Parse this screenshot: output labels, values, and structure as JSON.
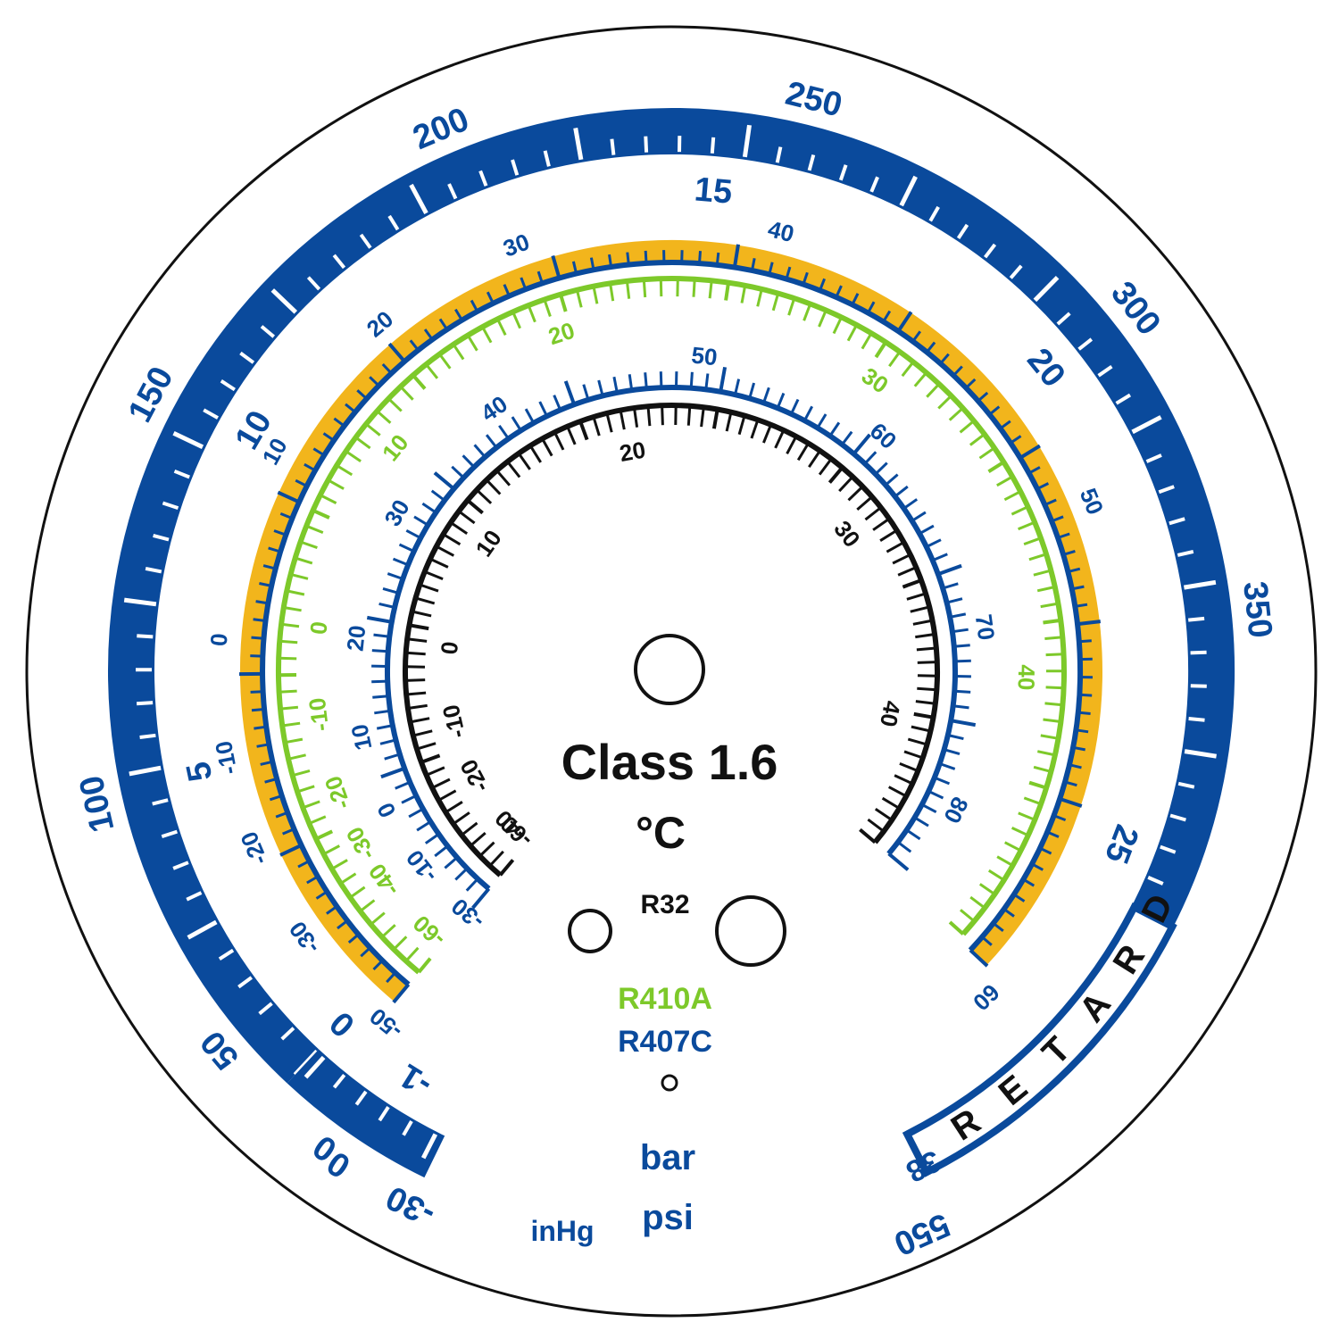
{
  "colors": {
    "blue": "#0a4a9c",
    "yellow": "#f2b51c",
    "green": "#7dc92a",
    "black": "#111111",
    "white": "#ffffff"
  },
  "center": {
    "class_label": "Class 1.6",
    "unit_label": "°C",
    "r32_label": "R32",
    "r410a_label": "R410A",
    "r407c_label": "R407C",
    "bar_label": "bar",
    "psi_label": "psi",
    "inhg_label": "inHg",
    "retard_label": "RETARD"
  },
  "scales": {
    "psi": {
      "name": "psi",
      "labels": [
        "0",
        "50",
        "100",
        "150",
        "200",
        "250",
        "300",
        "350"
      ],
      "values": [
        0,
        50,
        100,
        150,
        200,
        250,
        300,
        350
      ],
      "range": [
        0,
        550
      ],
      "retard_start": "38",
      "retard_end": "550"
    },
    "inhg": {
      "name": "inHg",
      "labels": [
        "-30",
        "0"
      ],
      "values": [
        -30,
        0
      ]
    },
    "bar": {
      "name": "bar",
      "labels": [
        "-1",
        "0",
        "5",
        "10",
        "15",
        "20",
        "25"
      ],
      "values": [
        -1,
        0,
        5,
        10,
        15,
        20,
        25
      ],
      "range": [
        -1,
        38
      ]
    },
    "r32": {
      "name": "R32",
      "labels": [
        "-50",
        "-30",
        "-20",
        "-10",
        "0",
        "10",
        "20",
        "30",
        "40",
        "50",
        "60"
      ],
      "values": [
        -50,
        -30,
        -20,
        -10,
        0,
        10,
        20,
        30,
        40,
        50,
        60
      ]
    },
    "r410a": {
      "name": "R410A",
      "labels": [
        "-60",
        "-40",
        "-30",
        "-20",
        "-10",
        "0",
        "10",
        "20",
        "30",
        "40"
      ],
      "values": [
        -60,
        -40,
        -30,
        -20,
        -10,
        0,
        10,
        20,
        30,
        40
      ]
    },
    "r407c_outer": {
      "name": "R407C",
      "labels": [
        "-30",
        "-10",
        "0",
        "10",
        "20",
        "30",
        "40",
        "50",
        "60",
        "70",
        "80"
      ],
      "values": [
        -30,
        -10,
        0,
        10,
        20,
        30,
        40,
        50,
        60,
        70,
        80
      ]
    },
    "r407c_inner": {
      "name": "R407C",
      "labels": [
        "-60",
        "-40",
        "-20",
        "-10",
        "0",
        "10",
        "20",
        "30",
        "40"
      ],
      "values": [
        -60,
        -40,
        -20,
        -10,
        0,
        10,
        20,
        30,
        40
      ]
    }
  }
}
